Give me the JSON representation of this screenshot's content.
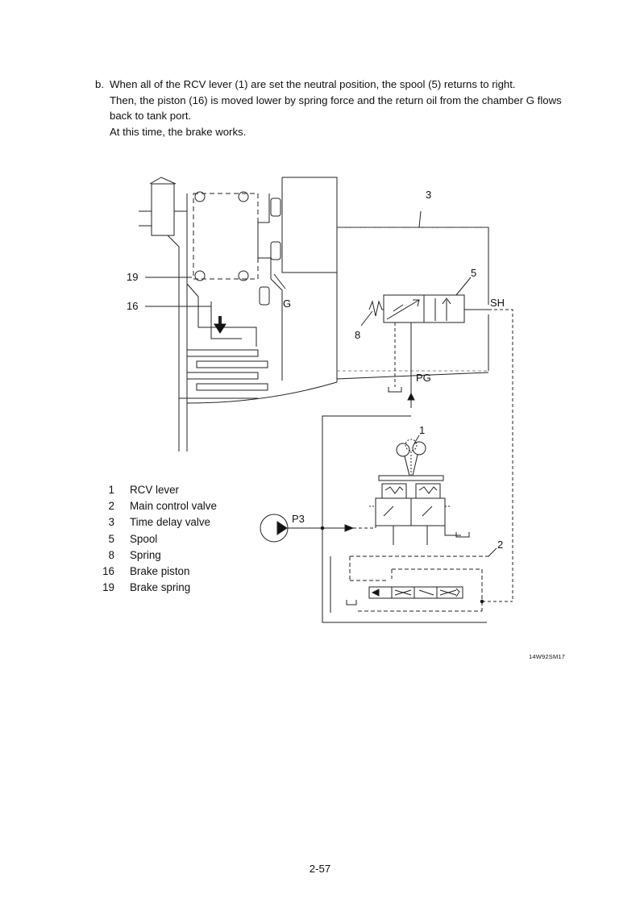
{
  "section": {
    "marker": "b.",
    "lines": [
      "When all of the RCV lever (1) are set the neutral position, the spool (5) returns to right.",
      "Then, the piston (16) is moved lower by spring force and the return oil from the chamber G flows",
      "back to tank port.",
      "At this time, the brake works."
    ]
  },
  "diagram": {
    "labels": {
      "item_3": "3",
      "item_5": "5",
      "item_19": "19",
      "item_16": "16",
      "item_8": "8",
      "item_1": "1",
      "item_2": "2",
      "port_g": "G",
      "port_sh": "SH",
      "port_pg": "PG",
      "port_p3": "P3"
    }
  },
  "legend": [
    {
      "num": "1",
      "text": "RCV lever"
    },
    {
      "num": "2",
      "text": "Main control valve"
    },
    {
      "num": "3",
      "text": "Time delay valve"
    },
    {
      "num": "5",
      "text": "Spool"
    },
    {
      "num": "8",
      "text": "Spring"
    },
    {
      "num": "16",
      "text": "Brake piston"
    },
    {
      "num": "19",
      "text": "Brake spring"
    }
  ],
  "figure_code": "14W92SM17",
  "page_number": "2-57"
}
